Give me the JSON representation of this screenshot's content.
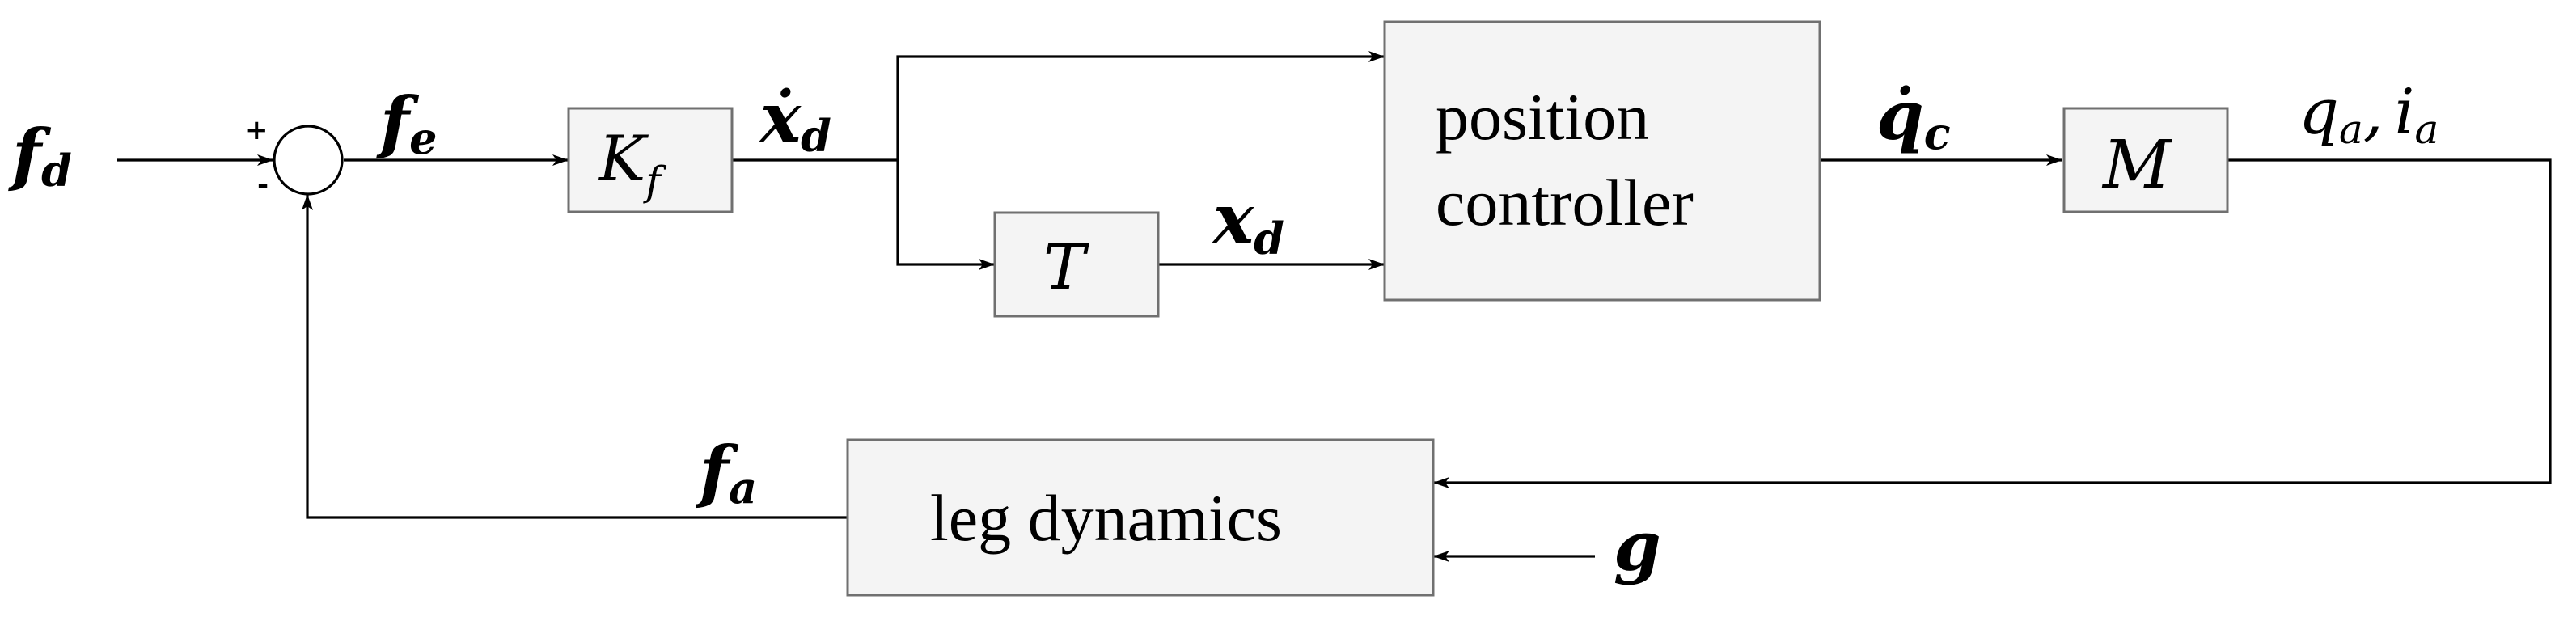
{
  "signals": {
    "fd": {
      "main": "f",
      "sub": "d"
    },
    "fe": {
      "main": "f",
      "sub": "e"
    },
    "xdot": {
      "main": "ẋ",
      "sub": "d"
    },
    "xd": {
      "main": "x",
      "sub": "d"
    },
    "qdot": {
      "main": "q̇",
      "sub": "c"
    },
    "qi": {
      "q": "q",
      "qsub": "a",
      "comma": ",",
      "i": "i",
      "isub": "a"
    },
    "fa": {
      "main": "f",
      "sub": "a"
    },
    "g": "g"
  },
  "sum_signs": {
    "plus": "+",
    "minus": "-"
  },
  "blocks": {
    "kf": {
      "main": "K",
      "sub": "f"
    },
    "t": "T",
    "position_controller": {
      "line1": "position",
      "line2": "controller"
    },
    "m": "M",
    "leg_dynamics": "leg dynamics"
  },
  "colors": {
    "block_fill": "#f4f4f4",
    "block_stroke": "#707070",
    "wire": "#000000"
  }
}
